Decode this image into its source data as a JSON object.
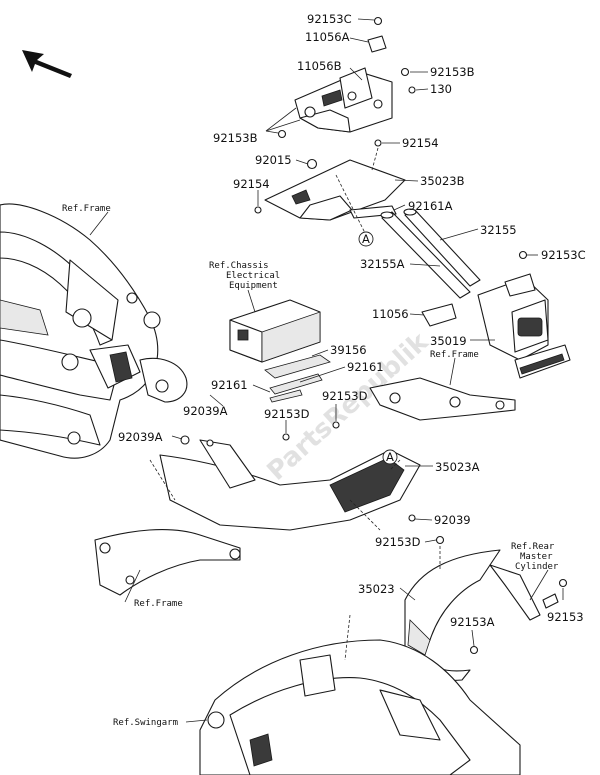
{
  "labels": {
    "p92153c_top": "92153C",
    "p11056a": "11056A",
    "p11056b": "11056B",
    "p92153b_right": "92153B",
    "p130": "130",
    "p92153b_left": "92153B",
    "p92154_a": "92154",
    "p92015": "92015",
    "p35023b": "35023B",
    "p92154_b": "92154",
    "p92161a": "92161A",
    "p32155": "32155",
    "p32155a": "32155A",
    "p92153c_right": "92153C",
    "p11056": "11056",
    "p35019": "35019",
    "p39156": "39156",
    "p92161_a": "92161",
    "p92161_b": "92161",
    "p92039a_a": "92039A",
    "p92153d_a": "92153D",
    "p92153d_b": "92153D",
    "p92039a_b": "92039A",
    "p35023a": "35023A",
    "p92039": "92039",
    "p92153d_c": "92153D",
    "p35023": "35023",
    "p92153a": "92153A",
    "p92153": "92153"
  },
  "refs": {
    "frame_top": "Ref.Frame",
    "chassis_1": "Ref.Chassis",
    "chassis_2": "Electrical",
    "chassis_3": "Equipment",
    "frame_mid": "Ref.Frame",
    "frame_bottom": "Ref.Frame",
    "rear_master_1": "Ref.Rear",
    "rear_master_2": "Master",
    "rear_master_3": "Cylinder",
    "swingarm": "Ref.Swingarm"
  },
  "markers": {
    "a_upper": "A",
    "a_lower": "A"
  },
  "watermark": "PartsRepublik"
}
